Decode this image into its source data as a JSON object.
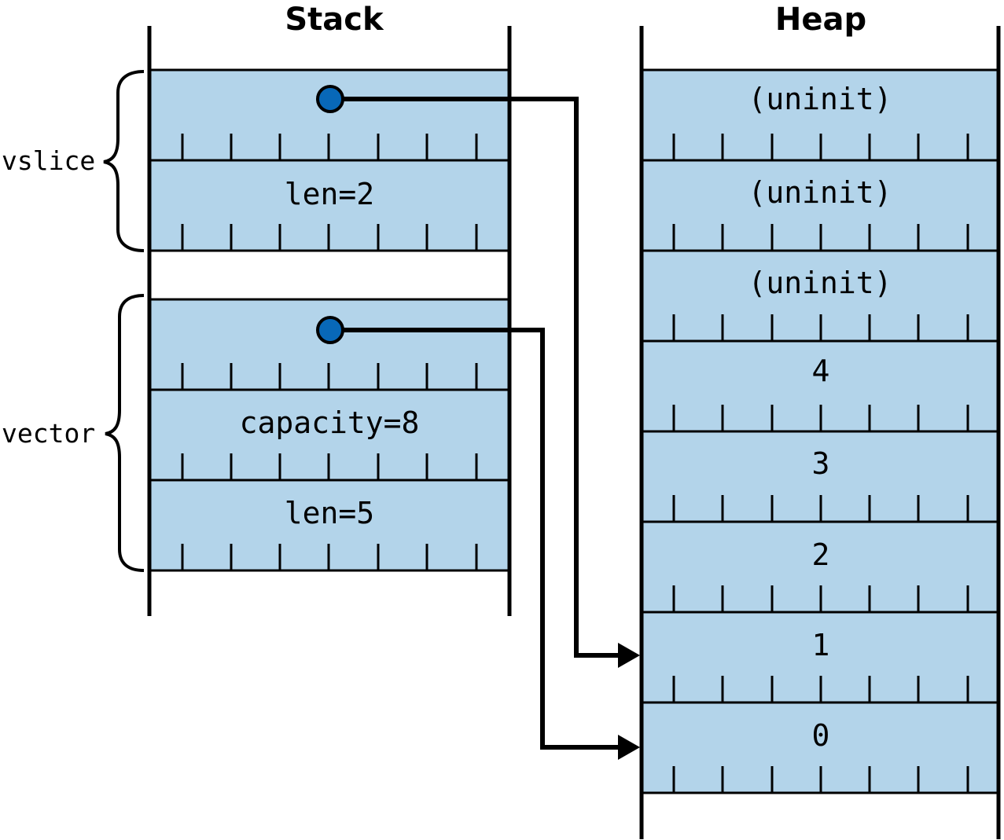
{
  "headings": {
    "stack": "Stack",
    "heap": "Heap"
  },
  "stack_cells": [
    {
      "text": ""
    },
    {
      "text": "len=2"
    },
    {
      "text": ""
    },
    {
      "text": "capacity=8"
    },
    {
      "text": "len=5"
    }
  ],
  "heap_cells": [
    {
      "text": "(uninit)"
    },
    {
      "text": "(uninit)"
    },
    {
      "text": "(uninit)"
    },
    {
      "text": "4"
    },
    {
      "text": "3"
    },
    {
      "text": "2"
    },
    {
      "text": "1"
    },
    {
      "text": "0"
    }
  ],
  "braces": {
    "vslice": "vslice",
    "vector": "vector"
  },
  "colors": {
    "cell_fill": "#b3d4ea",
    "pointer_dot": "#0868b8",
    "line": "#000000"
  }
}
